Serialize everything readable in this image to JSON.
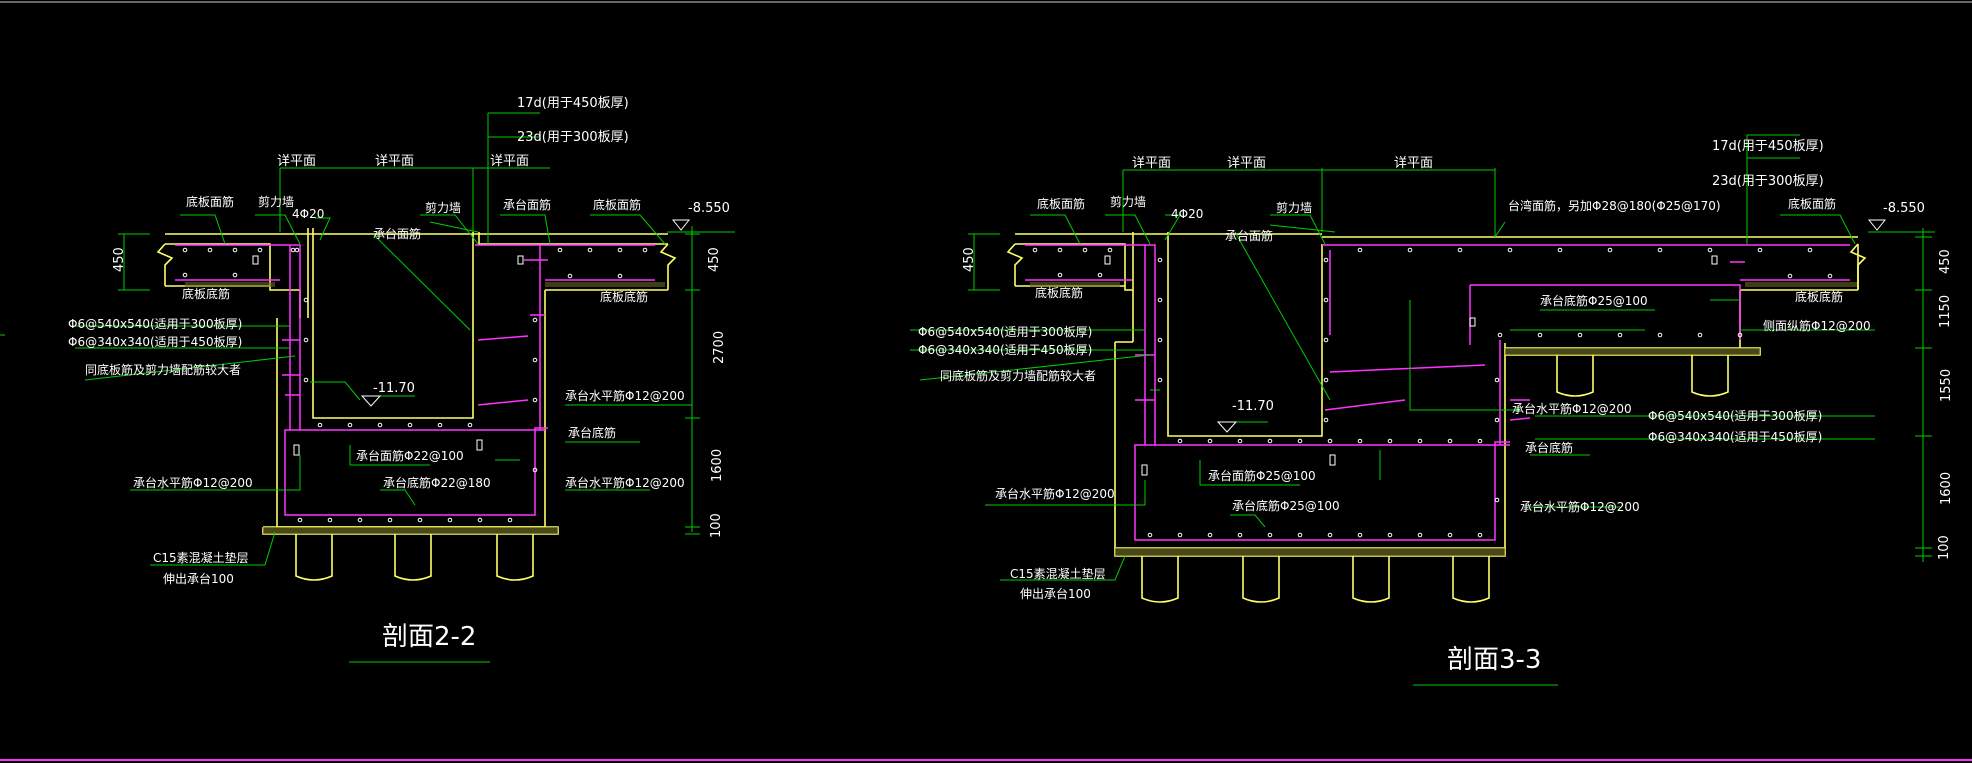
{
  "colors": {
    "background": "#000000",
    "concrete": "#ffff66",
    "rebar": "#ff33ff",
    "leader": "#00cc00",
    "text": "#ffffff",
    "frame_border": "#ff33ff"
  },
  "section_22": {
    "title": "剖面2-2",
    "dim_17d": "17d(用于450板厚)",
    "dim_23d": "23d(用于300板厚)",
    "detail_left": "详平面",
    "detail_mid": "详平面",
    "detail_right": "详平面",
    "bottom_top_bar_left": "底板面筋",
    "shear_wall_left": "剪力墙",
    "bar_4phi20": "4Φ20",
    "shear_wall_mid": "剪力墙",
    "cap_top_bar_a": "承台面筋",
    "bottom_top_bar_right": "底板面筋",
    "cap_top_bar_b": "承台面筋",
    "elev_top": "-8.550",
    "dim_450_left": "450",
    "dim_450_right": "450",
    "bottom_bottom_bar_left": "底板底筋",
    "bottom_bottom_bar_right": "底板底筋",
    "stirrup_300": "Φ6@540x540(适用于300板厚)",
    "stirrup_450": "Φ6@340x340(适用于450板厚)",
    "same_as_note": "同底板筋及剪力墙配筋较大者",
    "dim_2700": "2700",
    "elev_pit": "-11.70",
    "cap_horiz_bar_a": "承台水平筋Φ12@200",
    "cap_bottom_bar_label": "承台底筋",
    "cap_top_bar_spec": "承台面筋Φ22@100",
    "cap_horiz_bar_b": "承台水平筋Φ12@200",
    "cap_horiz_bar_c": "承台水平筋Φ12@200",
    "cap_bottom_bar_spec": "承台底筋Φ22@180",
    "dim_1600": "1600",
    "dim_100": "100",
    "cushion_note": "C15素混凝土垫层",
    "cushion_ext": "伸出承台100"
  },
  "section_33": {
    "title": "剖面3-3",
    "dim_17d": "17d(用于450板厚)",
    "dim_23d": "23d(用于300板厚)",
    "detail_left": "详平面",
    "detail_mid": "详平面",
    "detail_right": "详平面",
    "bottom_top_bar_left": "底板面筋",
    "shear_wall_left": "剪力墙",
    "bar_4phi20": "4Φ20",
    "shear_wall_mid": "剪力墙",
    "cap_top_bar_a": "承台面筋",
    "top_add_note": "台湾面筋，另加Φ28@180(Φ25@170)",
    "bottom_top_bar_right": "底板面筋",
    "elev_top": "-8.550",
    "dim_450_left": "450",
    "dim_450_right": "450",
    "bottom_bottom_bar_left": "底板底筋",
    "bottom_bottom_bar_right": "底板底筋",
    "side_long_bar": "侧面纵筋Φ12@200",
    "cap_bottom_bar_mid": "承台底筋Φ25@100",
    "stirrup_300": "Φ6@540x540(适用于300板厚)",
    "stirrup_450": "Φ6@340x340(适用于450板厚)",
    "same_as_note": "同底板筋及剪力墙配筋较大者",
    "dim_1150": "1150",
    "dim_1550": "1550",
    "cap_horiz_bar_r1": "承台水平筋Φ12@200",
    "stirrup_300_r": "Φ6@540x540(适用于300板厚)",
    "stirrup_450_r": "Φ6@340x340(适用于450板厚)",
    "elev_pit": "-11.70",
    "cap_bottom_bar_label": "承台底筋",
    "cap_top_bar_spec": "承台面筋Φ25@100",
    "cap_horiz_bar_l": "承台水平筋Φ12@200",
    "cap_horiz_bar_r2": "承台水平筋Φ12@200",
    "cap_bottom_bar_spec": "承台底筋Φ25@100",
    "dim_1600": "1600",
    "dim_100": "100",
    "cushion_note": "C15素混凝土垫层",
    "cushion_ext": "伸出承台100"
  }
}
